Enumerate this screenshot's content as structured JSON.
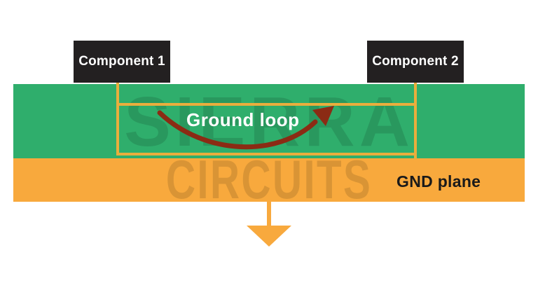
{
  "components": [
    {
      "label": "Component 1"
    },
    {
      "label": "Component 2"
    }
  ],
  "labels": {
    "ground_loop": "Ground loop",
    "gnd_plane": "GND plane"
  },
  "watermark": {
    "line1": "SIERRA",
    "line2": "CIRCUITS"
  },
  "colors": {
    "canvas_white": "#ffffff",
    "board_green": "#2fae6c",
    "plane_orange": "#f8a93d",
    "trace_yellow": "#e9ae3d",
    "arrow_maroon": "#8b2b14",
    "component_black": "#232021",
    "loop_text_white": "#ffffff",
    "gnd_text_black": "#1a1a1a",
    "watermark_tint": "rgba(0,0,0,0.12)"
  }
}
